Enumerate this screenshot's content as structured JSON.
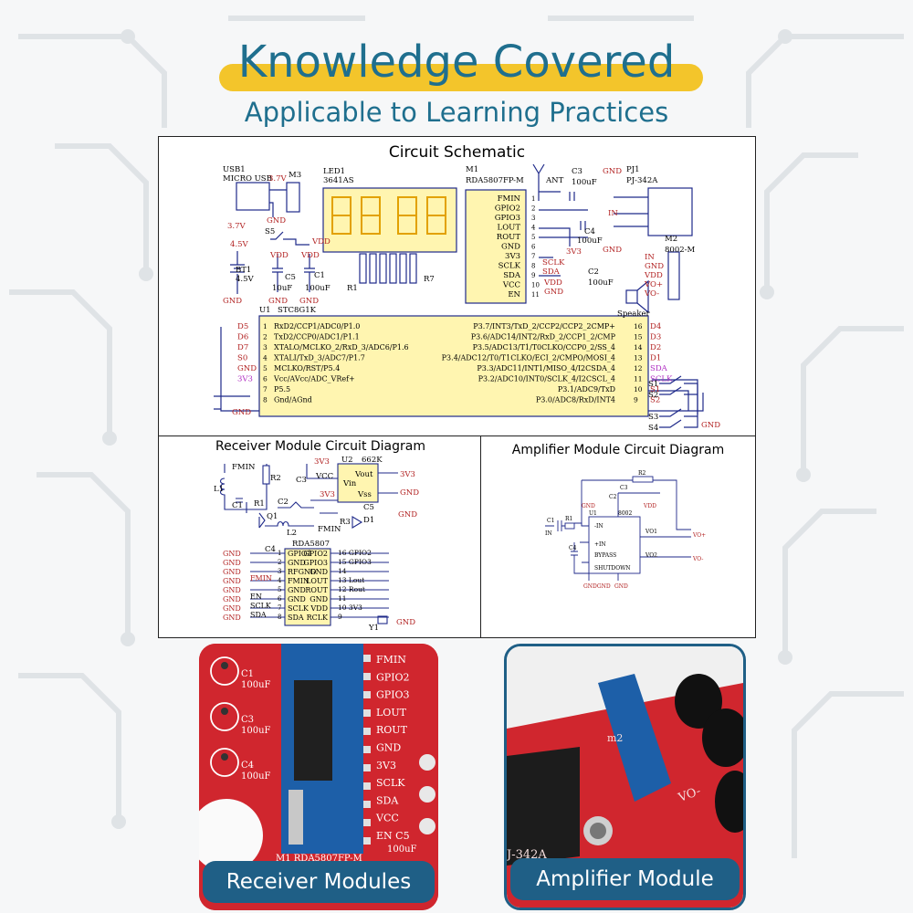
{
  "header": {
    "title": "Knowledge Covered",
    "subtitle": "Applicable to Learning Practices"
  },
  "panels": {
    "schematic": {
      "title": "Circuit Schematic",
      "labels": {
        "usb1": "USB1",
        "micro_usb": "MICRO USB",
        "v37": "3.7V",
        "m3": "M3",
        "gnd": "GND",
        "s5": "S5",
        "vdd": "VDD",
        "led1": "LED1",
        "led_part": "3641AS",
        "v45": "4.5V",
        "bt1": "BT1",
        "bt1v": "4.5V",
        "c5": "C5",
        "c1": "C1",
        "c_val": "10uF",
        "c3v": "100uF",
        "r1": "R1",
        "r7": "R7",
        "m1": "M1",
        "m1_part": "RDA5807FP-M",
        "ant": "ANT",
        "c3": "C3",
        "c4": "C4",
        "c2": "C2",
        "pj1": "PJ1",
        "pj_part": "PJ-342A",
        "in": "IN",
        "m2": "M2",
        "m2_part": "8002-M",
        "vo_plus": "VO+",
        "vo_minus": "VO-",
        "speaker": "Speaker",
        "u1": "U1",
        "u1_part": "STC8G1K",
        "v33": "3V3",
        "sclk": "SCLK",
        "sda": "SDA"
      },
      "rda_pins": [
        "FMIN",
        "GPIO2",
        "GPIO3",
        "LOUT",
        "ROUT",
        "GND",
        "3V3",
        "SCLK",
        "SDA",
        "VCC",
        "EN"
      ],
      "mcu_left_nets": [
        "D5",
        "D6",
        "D7",
        "S0",
        "GND",
        "3V3",
        "",
        ""
      ],
      "mcu_left_pins": [
        "RxD2/CCP1/ADC0/P1.0",
        "TxD2/CCP0/ADC1/P1.1",
        "XTALO/MCLKO_2/RxD_3/ADC6/P1.6",
        "XTALI/TxD_3/ADC7/P1.7",
        "MCLKO/RST/P5.4",
        "Vcc/AVcc/ADC_VRef+",
        "P5.5",
        "Gnd/AGnd"
      ],
      "mcu_right_pins": [
        "P3.7/INT3/TxD_2/CCP2/CCP2_2CMP+",
        "P3.6/ADC14/INT2/RxD_2/CCP1_2/CMP",
        "P3.5/ADC13/T1/T0CLKO/CCP0_2/SS_4",
        "P3.4/ADC12/T0/T1CLKO/ECI_2/CMPO/MOSI_4",
        "P3.3/ADC11/INT1/MISO_4/I2CSDA_4",
        "P3.2/ADC10/INT0/SCLK_4/I2CSCL_4",
        "P3.1/ADC9/TxD",
        "P3.0/ADC8/RxD/INT4"
      ],
      "mcu_right_nets": [
        "D4",
        "D3",
        "D2",
        "D1",
        "SDA",
        "SCLK",
        "S1",
        "S2"
      ],
      "switches": [
        "S1",
        "S2",
        "S3",
        "S4"
      ]
    },
    "receiver": {
      "title": "Receiver Module Circuit Diagram",
      "labels": {
        "fmin": "FMIN",
        "v33": "3V3",
        "u2": "U2",
        "u2_part": "662K",
        "vcc": "VCC",
        "vout": "Vout",
        "vin": "Vin",
        "vss": "Vss",
        "l1": "L1",
        "r2": "R2",
        "c3": "C3",
        "c1": "C1",
        "r1": "R1",
        "c2": "C2",
        "q1": "Q1",
        "c5": "C5",
        "r3": "R3",
        "d1": "D1",
        "l2": "L2",
        "rda": "RDA5807",
        "c4": "C4",
        "y1": "Y1",
        "gnd": "GND",
        "en": "EN",
        "sclk": "SCLK",
        "sda": "SDA"
      },
      "left_pins": [
        "GPIO1",
        "GND",
        "RFGND",
        "FMIN",
        "GND",
        "GND",
        "SCLK",
        "SDA"
      ],
      "right_pins": [
        "GPIO2",
        "GPIO3",
        "GND",
        "LOUT",
        "ROUT",
        "GND",
        "VDD",
        "RCLK"
      ],
      "right_nets": [
        "16 GPIO2",
        "15 GPIO3",
        "14",
        "13 Lout",
        "12 Rout",
        "11",
        "10 3V3",
        "9"
      ]
    },
    "amplifier": {
      "title": "Amplifier Module Circuit Diagram",
      "labels": {
        "r2": "R2",
        "c3": "C3",
        "c2": "C2",
        "vdd": "VDD",
        "gnd": "GND",
        "u1": "U1",
        "part": "8002",
        "c1": "C1",
        "r1": "R1",
        "in_minus": "-IN",
        "in_plus": "+IN",
        "bypass": "BYPASS",
        "shutdown": "SHUTDOWN",
        "vo1": "VO1",
        "vo2": "VO2",
        "vo_plus": "VO+",
        "vo_minus": "VO-",
        "c4": "C4",
        "gndgnd": "GNDGND",
        "in": "IN"
      }
    }
  },
  "photos": {
    "receiver": {
      "label": "Receiver Modules",
      "caps": [
        {
          "name": "C1",
          "val": "100uF"
        },
        {
          "name": "C3",
          "val": "100uF"
        },
        {
          "name": "C4",
          "val": "100uF"
        }
      ],
      "pins": [
        "FMIN",
        "GPIO2",
        "GPIO3",
        "LOUT",
        "ROUT",
        "GND",
        "3V3",
        "SCLK",
        "SDA",
        "VCC",
        "EN C5"
      ],
      "bottom_text": "M1  RDA5807FP-M",
      "bottom_val": "100uF"
    },
    "amplifier": {
      "label": "Amplifier Module",
      "text_vo": "VO-",
      "text_jack": "J-342A",
      "text_m2": "m2"
    }
  },
  "colors": {
    "title": "#1f6f8e",
    "highlight": "#f3c52b",
    "label_bg": "#1f5f86",
    "chip_fill": "#fff5b0",
    "net_red": "#b22222",
    "wire_blue": "#1f2a8a",
    "pcb_red": "#d0262e"
  }
}
